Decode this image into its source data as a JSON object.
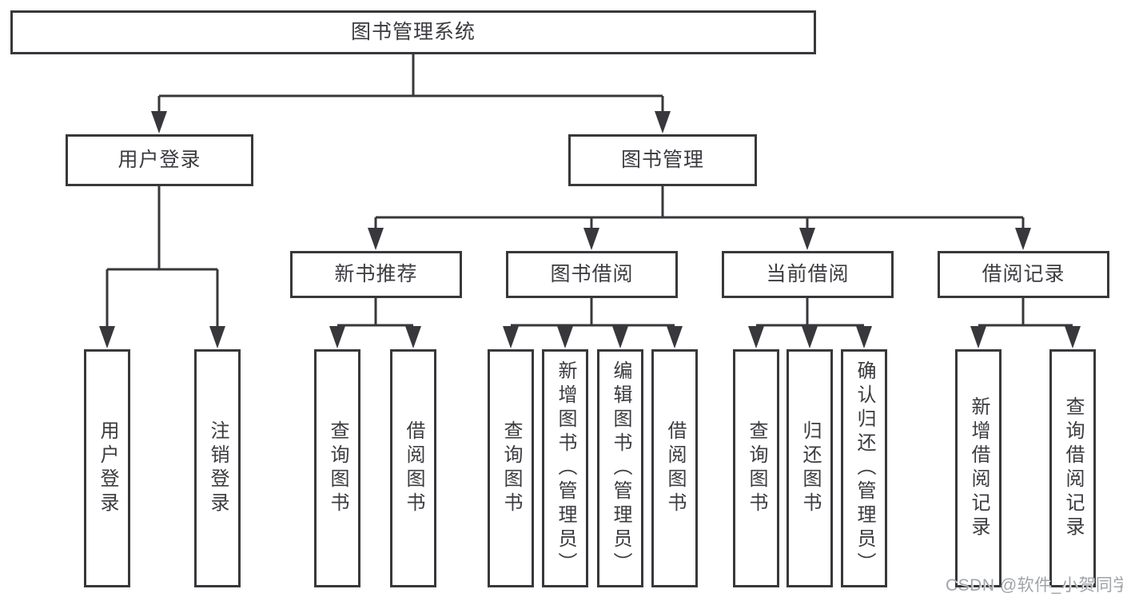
{
  "diagram": {
    "root": {
      "label": "图书管理系统"
    },
    "branches": {
      "login": {
        "label": "用户登录"
      },
      "manage": {
        "label": "图书管理"
      }
    },
    "modules": {
      "recommend": {
        "label": "新书推荐"
      },
      "borrow": {
        "label": "图书借阅"
      },
      "current": {
        "label": "当前借阅"
      },
      "records": {
        "label": "借阅记录"
      }
    },
    "leaves": {
      "login_login": {
        "label": "用户登录"
      },
      "login_logout": {
        "label": "注销登录"
      },
      "rec_query": {
        "label": "查询图书"
      },
      "rec_borrow": {
        "label": "借阅图书"
      },
      "bor_query": {
        "label": "查询图书"
      },
      "bor_add": {
        "label": "新增图书（管理员）"
      },
      "bor_edit": {
        "label": "编辑图书（管理员）"
      },
      "bor_lend": {
        "label": "借阅图书"
      },
      "cur_query": {
        "label": "查询图书"
      },
      "cur_return": {
        "label": "归还图书"
      },
      "cur_confirm": {
        "label": "确认归还（管理员）"
      },
      "rcd_add": {
        "label": "新增借阅记录"
      },
      "rcd_query": {
        "label": "查询借阅记录"
      }
    },
    "colors": {
      "line": "#38383c",
      "text": "#3b3b40",
      "box_background": "#ffffff"
    }
  },
  "watermark": {
    "text": "CSDN @软件_小贺同学"
  }
}
